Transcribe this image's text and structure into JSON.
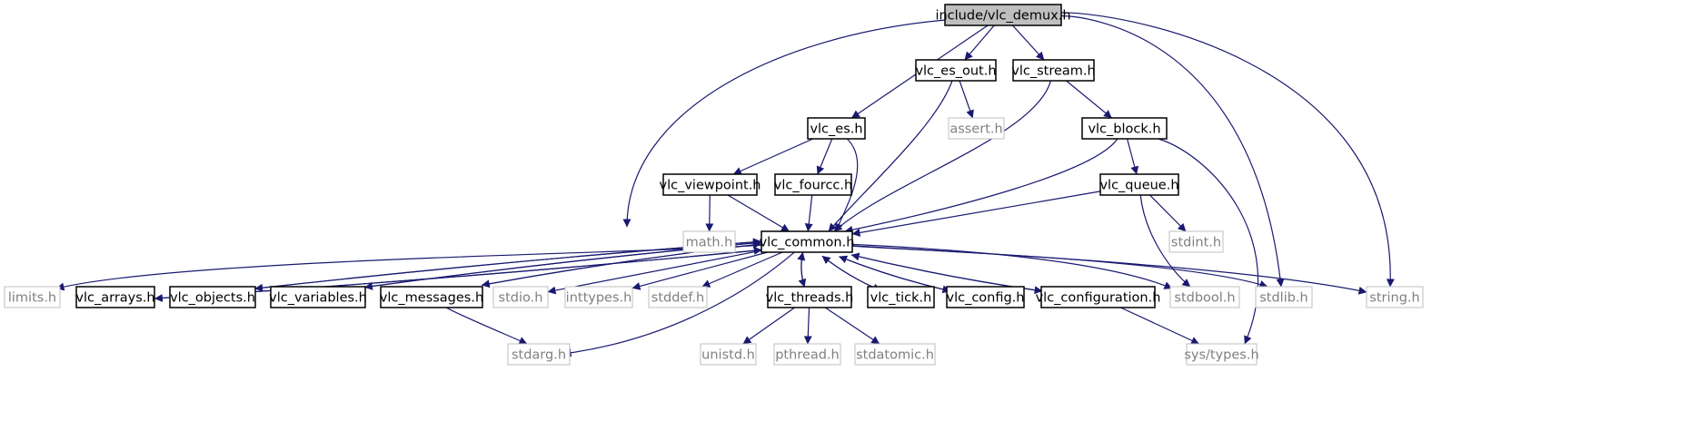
{
  "diagram": {
    "colors": {
      "edge": "#191970",
      "node_border_dark": "#000000",
      "node_border_light": "#bfbfbf",
      "node_text_dark": "#000000",
      "node_text_light": "#808080",
      "root_fill": "#bfbfbf",
      "node_fill": "#ffffff"
    },
    "nodes": [
      {
        "id": "root",
        "label": "include/vlc_demux.h",
        "style": "root"
      },
      {
        "id": "es_out",
        "label": "vlc_es_out.h",
        "style": "dark"
      },
      {
        "id": "stream",
        "label": "vlc_stream.h",
        "style": "dark"
      },
      {
        "id": "es",
        "label": "vlc_es.h",
        "style": "dark"
      },
      {
        "id": "assert",
        "label": "assert.h",
        "style": "light"
      },
      {
        "id": "block",
        "label": "vlc_block.h",
        "style": "dark"
      },
      {
        "id": "viewpoint",
        "label": "vlc_viewpoint.h",
        "style": "dark"
      },
      {
        "id": "fourcc",
        "label": "vlc_fourcc.h",
        "style": "dark"
      },
      {
        "id": "queue",
        "label": "vlc_queue.h",
        "style": "dark"
      },
      {
        "id": "math",
        "label": "math.h",
        "style": "light"
      },
      {
        "id": "common",
        "label": "vlc_common.h",
        "style": "dark"
      },
      {
        "id": "stdint",
        "label": "stdint.h",
        "style": "light"
      },
      {
        "id": "limits",
        "label": "limits.h",
        "style": "light"
      },
      {
        "id": "arrays",
        "label": "vlc_arrays.h",
        "style": "dark"
      },
      {
        "id": "objects",
        "label": "vlc_objects.h",
        "style": "dark"
      },
      {
        "id": "variables",
        "label": "vlc_variables.h",
        "style": "dark"
      },
      {
        "id": "messages",
        "label": "vlc_messages.h",
        "style": "dark"
      },
      {
        "id": "stdio",
        "label": "stdio.h",
        "style": "light"
      },
      {
        "id": "inttypes",
        "label": "inttypes.h",
        "style": "light"
      },
      {
        "id": "stddef",
        "label": "stddef.h",
        "style": "light"
      },
      {
        "id": "threads",
        "label": "vlc_threads.h",
        "style": "dark"
      },
      {
        "id": "tick",
        "label": "vlc_tick.h",
        "style": "dark"
      },
      {
        "id": "config",
        "label": "vlc_config.h",
        "style": "dark"
      },
      {
        "id": "configuration",
        "label": "vlc_configuration.h",
        "style": "dark"
      },
      {
        "id": "stdbool",
        "label": "stdbool.h",
        "style": "light"
      },
      {
        "id": "stdlib",
        "label": "stdlib.h",
        "style": "light"
      },
      {
        "id": "string",
        "label": "string.h",
        "style": "light"
      },
      {
        "id": "stdarg",
        "label": "stdarg.h",
        "style": "light"
      },
      {
        "id": "unistd",
        "label": "unistd.h",
        "style": "light"
      },
      {
        "id": "pthread",
        "label": "pthread.h",
        "style": "light"
      },
      {
        "id": "stdatomic",
        "label": "stdatomic.h",
        "style": "light"
      },
      {
        "id": "systypes",
        "label": "sys/types.h",
        "style": "light"
      }
    ],
    "edges": [
      [
        "root",
        "es_out"
      ],
      [
        "root",
        "stream"
      ],
      [
        "root",
        "es"
      ],
      [
        "root",
        "common"
      ],
      [
        "root",
        "stdlib"
      ],
      [
        "root",
        "string"
      ],
      [
        "es_out",
        "assert"
      ],
      [
        "es_out",
        "common"
      ],
      [
        "stream",
        "block"
      ],
      [
        "stream",
        "common"
      ],
      [
        "es",
        "viewpoint"
      ],
      [
        "es",
        "fourcc"
      ],
      [
        "es",
        "common"
      ],
      [
        "block",
        "queue"
      ],
      [
        "block",
        "common"
      ],
      [
        "block",
        "systypes"
      ],
      [
        "viewpoint",
        "math"
      ],
      [
        "viewpoint",
        "common"
      ],
      [
        "fourcc",
        "common"
      ],
      [
        "queue",
        "common"
      ],
      [
        "queue",
        "stdint"
      ],
      [
        "queue",
        "stdbool"
      ],
      [
        "common",
        "limits"
      ],
      [
        "common",
        "arrays"
      ],
      [
        "common",
        "objects"
      ],
      [
        "common",
        "variables"
      ],
      [
        "common",
        "messages"
      ],
      [
        "common",
        "stdio"
      ],
      [
        "common",
        "inttypes"
      ],
      [
        "common",
        "stddef"
      ],
      [
        "common",
        "stdarg"
      ],
      [
        "common",
        "threads"
      ],
      [
        "common",
        "tick"
      ],
      [
        "common",
        "config"
      ],
      [
        "common",
        "configuration"
      ],
      [
        "common",
        "stdbool"
      ],
      [
        "common",
        "stdlib"
      ],
      [
        "common",
        "string"
      ],
      [
        "arrays",
        "common"
      ],
      [
        "objects",
        "common"
      ],
      [
        "variables",
        "common"
      ],
      [
        "messages",
        "common"
      ],
      [
        "threads",
        "common"
      ],
      [
        "tick",
        "common"
      ],
      [
        "config",
        "common"
      ],
      [
        "configuration",
        "common"
      ],
      [
        "messages",
        "stdarg"
      ],
      [
        "threads",
        "unistd"
      ],
      [
        "threads",
        "pthread"
      ],
      [
        "threads",
        "stdatomic"
      ],
      [
        "configuration",
        "systypes"
      ]
    ]
  }
}
